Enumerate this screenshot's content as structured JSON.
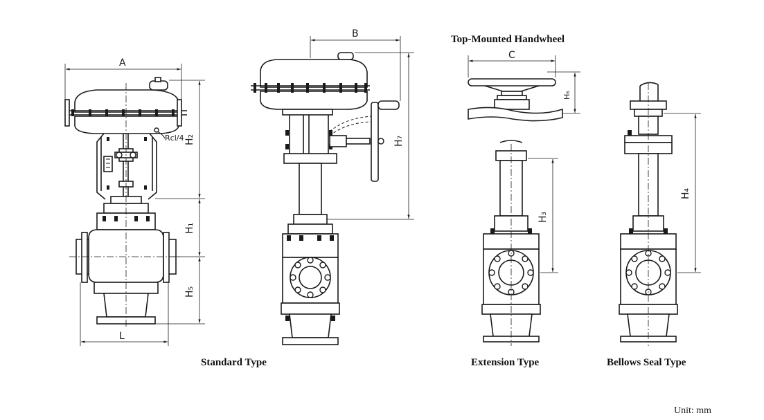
{
  "captions": {
    "standard": "Standard Type",
    "extension": "Extension Type",
    "bellows": "Bellows Seal Type",
    "handwheel": "Top-Mounted Handwheel"
  },
  "unit": "Unit: mm",
  "dimensions": {
    "A": "A",
    "B": "B",
    "C": "C",
    "L": "L",
    "H1": "H₁",
    "H2": "H₂",
    "H3": "H₃",
    "H4": "H₄",
    "H5": "H₅",
    "H6": "H₆",
    "H7": "H₇",
    "port": "Rcl/4"
  }
}
